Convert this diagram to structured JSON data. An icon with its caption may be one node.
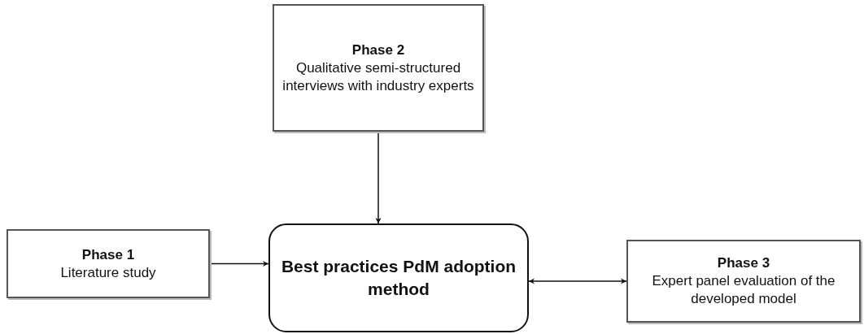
{
  "diagram": {
    "nodes": [
      {
        "text": [
          "Phase 2",
          "Qualitative semi-structured interviews with industry experts"
        ]
      },
      {
        "text": [
          "Phase 1",
          "Literature study"
        ]
      },
      {
        "text": [
          "Best practices PdM adoption method"
        ]
      },
      {
        "text": [
          "Phase 3",
          "Expert panel evaluation of the developed model"
        ]
      }
    ],
    "edges": [
      {
        "from": 0,
        "to": 2,
        "arrow": "to"
      },
      {
        "from": 1,
        "to": 2,
        "arrow": "to"
      },
      {
        "from": 2,
        "to": 3,
        "arrow": "both"
      }
    ]
  }
}
